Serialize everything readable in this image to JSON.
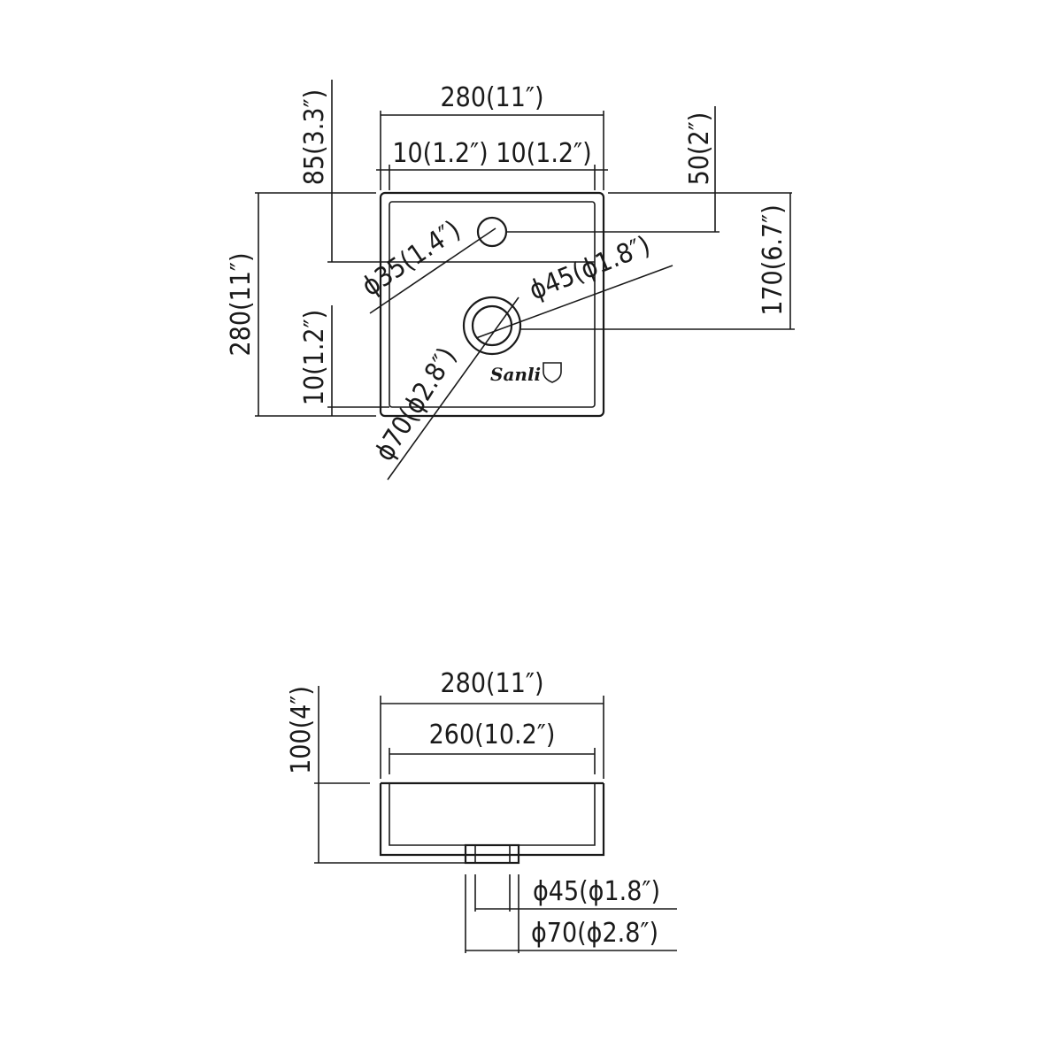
{
  "top_view": {
    "width_overall": "280(11″)",
    "wall_left_right": "10(1.2″) 10(1.2″)",
    "height_overall": "280(11″)",
    "tap_hole_offset": "85(3.3″)",
    "tap_hole_side": "50(2″)",
    "drain_offset": "170(6.7″)",
    "wall_bottom": "10(1.2″)",
    "tap_hole_dia": "ϕ35(1.4″)",
    "drain_inner_dia": "ϕ45(ϕ1.8″)",
    "drain_outer_dia": "ϕ70(ϕ2.8″)",
    "logo_text": "Sanli"
  },
  "side_view": {
    "width_overall": "280(11″)",
    "width_inner": "260(10.2″)",
    "height": "100(4″)",
    "drain_inner_dia": "ϕ45(ϕ1.8″)",
    "drain_outer_dia": "ϕ70(ϕ2.8″)"
  }
}
